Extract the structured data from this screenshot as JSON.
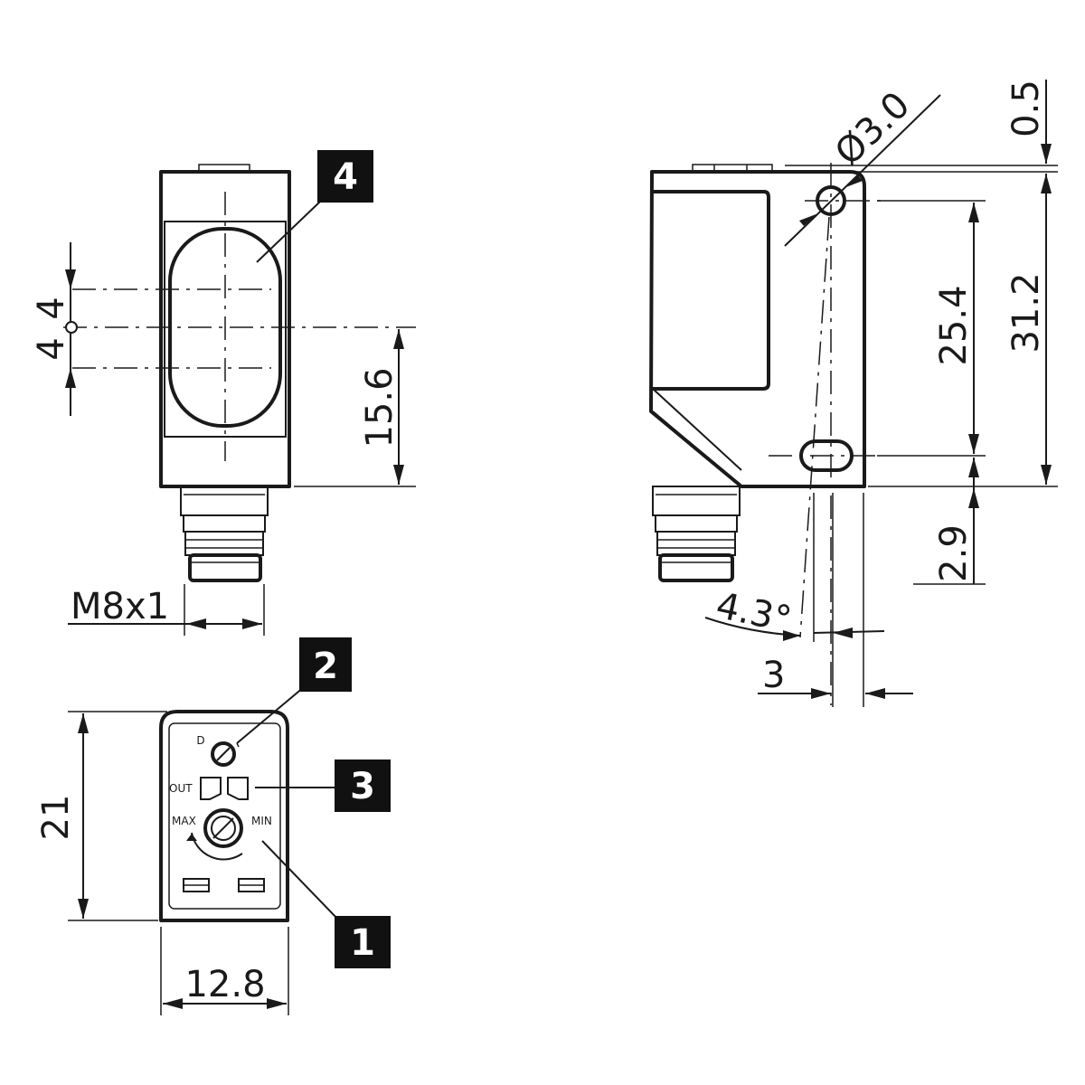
{
  "dimensions": {
    "lens_spacing_upper": "4",
    "lens_spacing_lower": "4",
    "optical_axis_height": "15.6",
    "connector_thread": "M8x1",
    "housing_depth": "21",
    "housing_width": "12.8",
    "hole_diameter": "Ø3.0",
    "top_offset": "0.5",
    "hole_spacing": "25.4",
    "housing_height": "31.2",
    "slot_bottom_offset": "2.9",
    "angle": "4.3°",
    "slot_width": "3"
  },
  "controls_labels": {
    "d": "D",
    "out": "OUT",
    "max": "MAX",
    "min": "MIN"
  },
  "callouts": [
    "1",
    "2",
    "3",
    "4"
  ],
  "colors": {
    "line": "#1a1a1a",
    "callout_fill": "#111111",
    "callout_text": "#ffffff"
  }
}
